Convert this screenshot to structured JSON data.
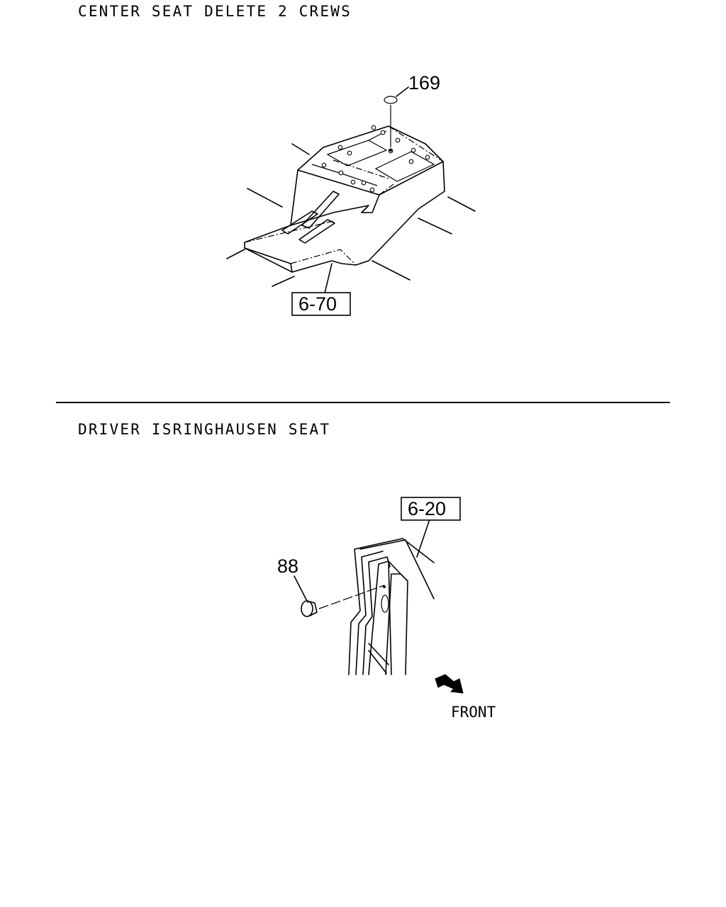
{
  "sections": [
    {
      "title": "CENTER SEAT DELETE 2 CREWS",
      "callouts": {
        "part_number": "169",
        "reference_box": "6-70"
      }
    },
    {
      "title": "DRIVER ISRINGHAUSEN SEAT",
      "callouts": {
        "part_number": "88",
        "reference_box": "6-20"
      },
      "direction_label": "FRONT"
    }
  ]
}
